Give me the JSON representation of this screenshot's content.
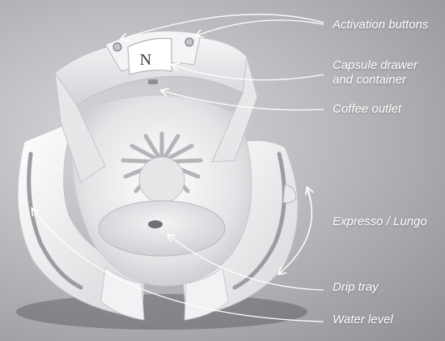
{
  "labels": {
    "activation_buttons": "Activation buttons",
    "capsule_drawer_line1": "Capsule drawer",
    "capsule_drawer_line2": "and container",
    "coffee_outlet": "Coffee outlet",
    "expresso_lungo": "Expresso / Lungo",
    "drip_tray": "Drip tray",
    "water_level": "Water level"
  },
  "logo_letter": "N",
  "colors": {
    "background": "#b9babd",
    "shell": "#f1f1f3",
    "label": "#ffffff"
  }
}
